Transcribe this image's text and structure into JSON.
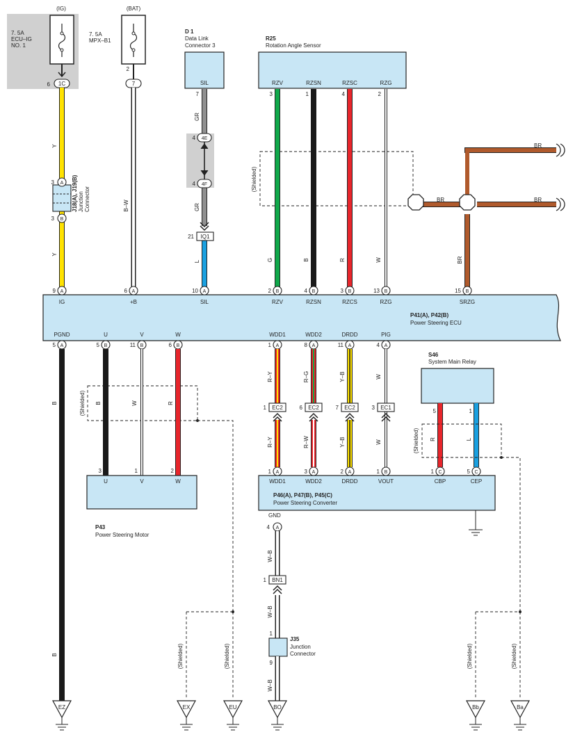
{
  "fuses": [
    {
      "power": "(IG)",
      "label_lines": [
        "7. 5A",
        "ECU–IG",
        "NO. 1"
      ],
      "pin_no": "6",
      "connector": "1C"
    },
    {
      "power": "(BAT)",
      "label_lines": [
        "7. 5A",
        "MPX–B1"
      ],
      "pin_top": "2",
      "connector": "7"
    }
  ],
  "data_link": {
    "id": "D 1",
    "name_lines": [
      "Data Link",
      "Connector 3"
    ],
    "pin": "SIL",
    "pin_no": "7"
  },
  "r25": {
    "id": "R25",
    "name": "Rotation Angle Sensor",
    "pins": [
      "RZV",
      "RZSN",
      "RZSC",
      "RZG"
    ],
    "pin_nos": [
      "3",
      "1",
      "4",
      "2"
    ]
  },
  "junction_j18": {
    "id_lines": [
      "J18(A), J19(B)",
      "Junction",
      "Connector"
    ],
    "top": {
      "no": "3",
      "letter": "A"
    },
    "bottom": {
      "no": "3",
      "letter": "B"
    }
  },
  "inline_4": {
    "top": {
      "no": "4",
      "label": "4E"
    },
    "bottom": {
      "no": "4",
      "label": "4F"
    }
  },
  "iq1": {
    "no": "21",
    "label": "IQ1"
  },
  "ecu": {
    "id": "P41(A), P42(B)",
    "name": "Power Steering ECU",
    "top_pins": [
      {
        "no": "9",
        "letter": "A",
        "name": "IG"
      },
      {
        "no": "6",
        "letter": "A",
        "name": "+B"
      },
      {
        "no": "10",
        "letter": "A",
        "name": "SIL"
      },
      {
        "no": "2",
        "letter": "B",
        "name": "RZV"
      },
      {
        "no": "4",
        "letter": "B",
        "name": "RZSN"
      },
      {
        "no": "3",
        "letter": "B",
        "name": "RZCS"
      },
      {
        "no": "13",
        "letter": "B",
        "name": "RZG"
      },
      {
        "no": "15",
        "letter": "B",
        "name": "SRZG"
      }
    ],
    "bottom_pins": [
      {
        "no": "5",
        "letter": "A",
        "name": "PGND"
      },
      {
        "no": "5",
        "letter": "B",
        "name": "U"
      },
      {
        "no": "11",
        "letter": "B",
        "name": "V"
      },
      {
        "no": "6",
        "letter": "B",
        "name": "W"
      },
      {
        "no": "1",
        "letter": "A",
        "name": "WDD1"
      },
      {
        "no": "8",
        "letter": "A",
        "name": "WDD2"
      },
      {
        "no": "11",
        "letter": "A",
        "name": "DRDD"
      },
      {
        "no": "4",
        "letter": "A",
        "name": "PIG"
      }
    ]
  },
  "wire_codes": {
    "ig_top": "Y",
    "ig_bottom": "Y",
    "b_plus": "B–W",
    "sil_top": "GR",
    "sil_mid": "GR",
    "sil_bottom": "L",
    "rzv": "G",
    "rzsn": "B",
    "rzsc": "R",
    "rzg": "W",
    "srzg": "BR",
    "br_1": "BR",
    "br_2": "BR",
    "br_3": "BR",
    "pgnd_top": "B",
    "pgnd_bottom": "B",
    "u": "B",
    "v": "W",
    "w": "R",
    "wdd1_top": "R–Y",
    "wdd1_bottom": "R–Y",
    "wdd2_top": "R–G",
    "wdd2_bottom": "R–W",
    "drdd_top": "Y–B",
    "drdd_bottom": "Y–B",
    "pig_top": "W",
    "pig_bottom": "W",
    "cbp": "R",
    "cep": "L",
    "gnd_1": "W–B",
    "gnd_2": "W–B",
    "gnd_3": "W–B"
  },
  "ec_connectors": [
    {
      "no": "1",
      "label": "EC2"
    },
    {
      "no": "6",
      "label": "EC2"
    },
    {
      "no": "7",
      "label": "EC2"
    },
    {
      "no": "3",
      "label": "EC1"
    }
  ],
  "motor": {
    "id": "P43",
    "name": "Power Steering Motor",
    "pins": [
      {
        "no": "3",
        "name": "U"
      },
      {
        "no": "1",
        "name": "V"
      },
      {
        "no": "2",
        "name": "W"
      }
    ]
  },
  "converter": {
    "id": "P46(A), P47(B), P45(C)",
    "name": "Power Steering Converter",
    "pins": [
      {
        "no": "1",
        "letter": "A",
        "name": "WDD1"
      },
      {
        "no": "3",
        "letter": "A",
        "name": "WDD2"
      },
      {
        "no": "2",
        "letter": "A",
        "name": "DRDD"
      },
      {
        "no": "1",
        "letter": "B",
        "name": "VOUT"
      },
      {
        "no": "1",
        "letter": "C",
        "name": "CBP"
      },
      {
        "no": "5",
        "letter": "C",
        "name": "CEP"
      }
    ],
    "gnd": {
      "name": "GND",
      "no": "4",
      "letter": "A"
    }
  },
  "relay": {
    "id": "S46",
    "name": "System Main Relay",
    "pin_nos": [
      "5",
      "1"
    ]
  },
  "bn1": {
    "no": "1",
    "label": "BN1"
  },
  "j35": {
    "id": "J35",
    "name_lines": [
      "Junction",
      "Connector"
    ],
    "top_no": "1",
    "bottom_no": "9"
  },
  "shielded_label": "(Shielded)",
  "grounds": [
    "EZ",
    "EX",
    "EU",
    "BO",
    "Bb",
    "Ba"
  ],
  "colors": {
    "yellow": "#ffe200",
    "grey": "#909090",
    "green": "#10a84a",
    "black": "#1a1a1a",
    "red": "#e8252b",
    "blue": "#1aa0e0",
    "brown": "#b05a2c",
    "box": "#c8e6f5",
    "gray_box": "#d0d0d0"
  }
}
